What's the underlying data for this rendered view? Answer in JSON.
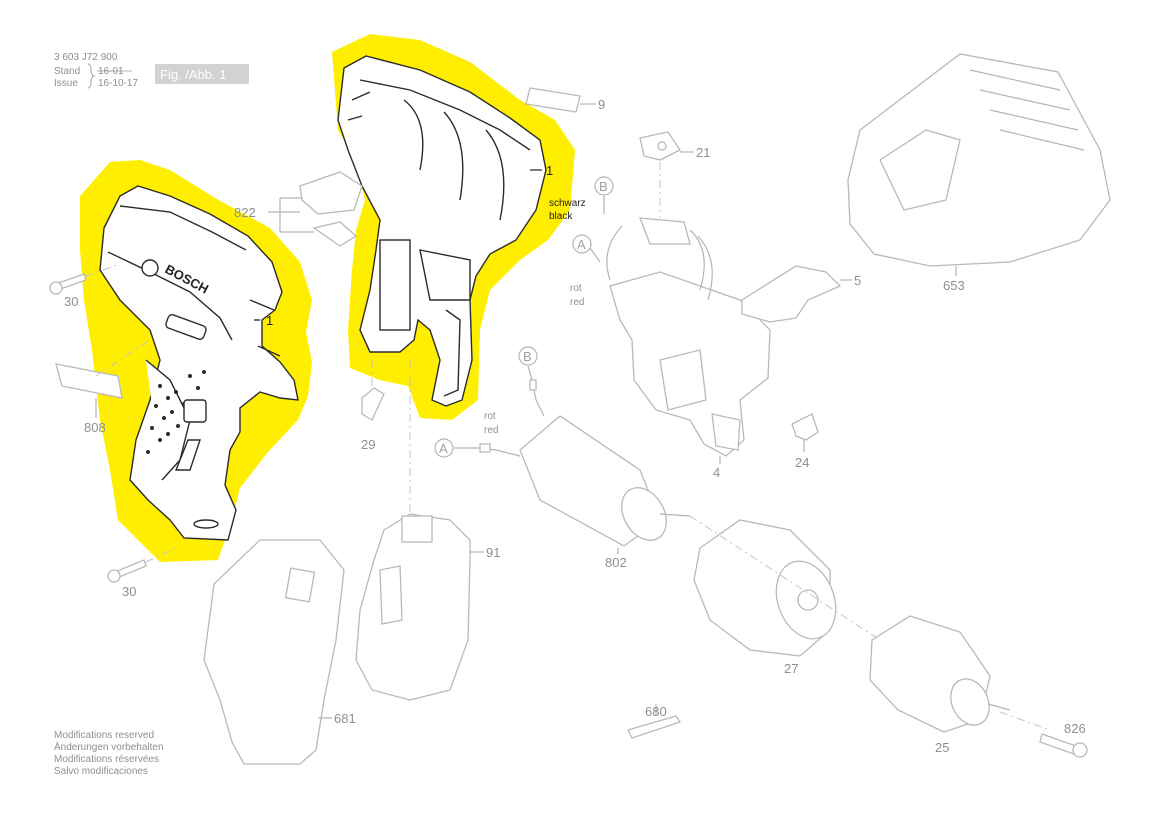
{
  "header": {
    "doc_number": "3 603 J72 900",
    "stand_label": "Stand",
    "issue_label": "Issue",
    "stand_old": "16-01",
    "issue_date": "16-10-17",
    "figure_label": "Fig. /Abb. 1"
  },
  "footer": {
    "lines": [
      "Modifications reserved",
      "Änderungen vorbehalten",
      "Modifications réservées",
      "Salvo modificaciones"
    ]
  },
  "brand": "BOSCH",
  "wire_labels": {
    "schwarz": "schwarz",
    "black": "black",
    "rot": "rot",
    "red": "red"
  },
  "connector_letters": {
    "a": "A",
    "b": "B"
  },
  "part_numbers": {
    "p1_left": "1",
    "p1_right": "1",
    "p9": "9",
    "p21": "21",
    "p822": "822",
    "p30_top": "30",
    "p30_bottom": "30",
    "p808": "808",
    "p29": "29",
    "p5": "5",
    "p653": "653",
    "p4": "4",
    "p24": "24",
    "p91": "91",
    "p802": "802",
    "p27": "27",
    "p681": "681",
    "p680": "680",
    "p25": "25",
    "p826": "826"
  },
  "colors": {
    "highlight": "#ffee00",
    "line_art": "#b9b9b9",
    "highlighted_line_art": "#2b2b2b",
    "label_grey": "#8f8f8f"
  }
}
